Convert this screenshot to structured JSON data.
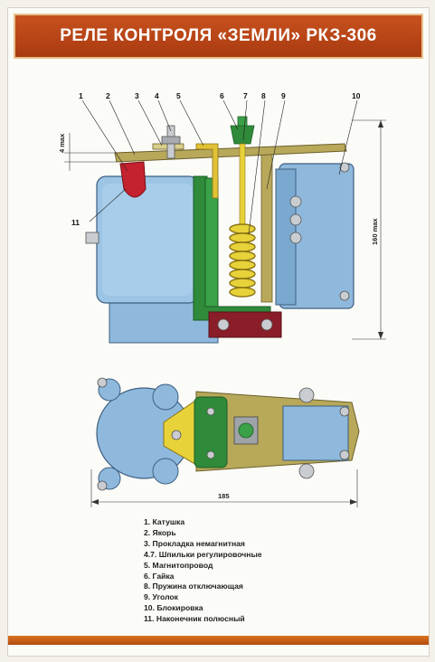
{
  "title": "РЕЛЕ КОНТРОЛЯ «ЗЕМЛИ» РКЗ-306",
  "callouts": [
    "1",
    "2",
    "3",
    "4",
    "5",
    "6",
    "7",
    "8",
    "9",
    "10",
    "11"
  ],
  "dimensions": {
    "gap": "4 max",
    "height": "160 max",
    "width": "185"
  },
  "legend": [
    "1. Катушка",
    "2. Якорь",
    "3. Прокладка немагнитная",
    "4.7. Шпильки регулировочные",
    "5. Магнитопровод",
    "6. Гайка",
    "8. Пружина отключающая",
    "9. Уголок",
    "10. Блокировка",
    "11. Наконечник полюсный"
  ],
  "colors": {
    "title_bar": "#b8461a",
    "coil_blue": "#8fb9dc",
    "core_green": "#2f8a3a",
    "armature_olive": "#b8a85a",
    "spring_yellow": "#e8d23a",
    "pole_red": "#c4222e",
    "base_maroon": "#8a1e28"
  }
}
